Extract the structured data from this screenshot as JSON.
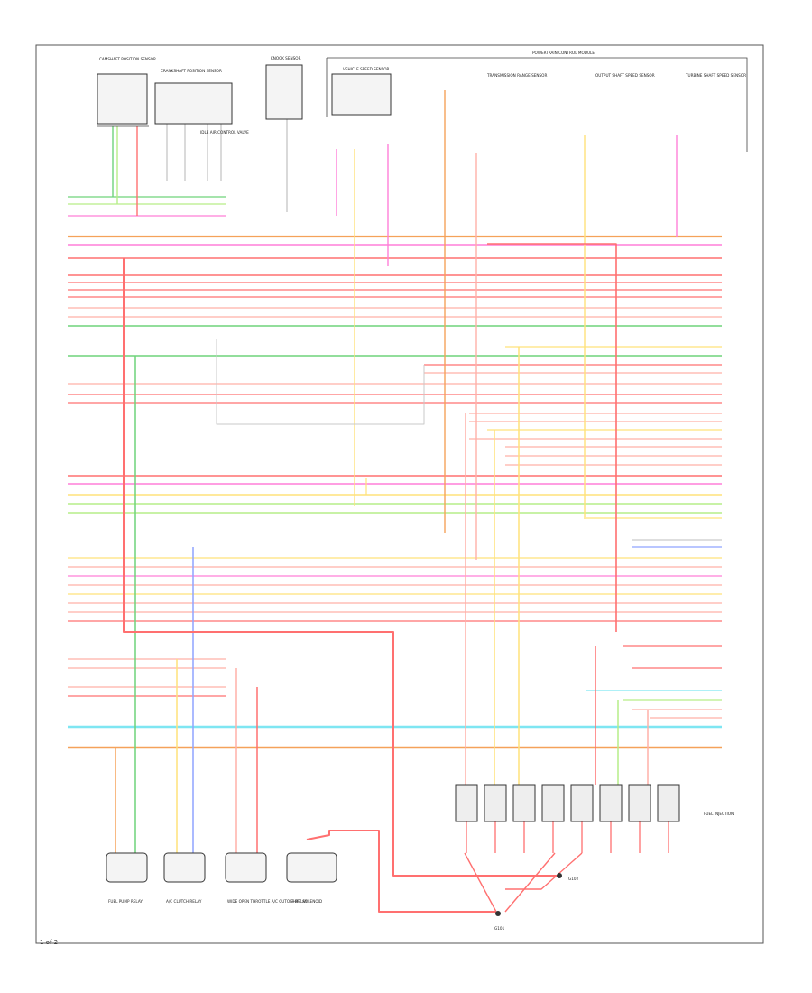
{
  "page_number": "1 of 2",
  "colors": {
    "orange": "#f5a25a",
    "pink": "#ff7fd8",
    "red": "#ff7070",
    "salmon": "#ffb0a8",
    "green": "#6fd37a",
    "light_green": "#b6ee88",
    "yellow": "#ffe27a",
    "blue": "#8fa4ff",
    "cyan": "#7ee6f2",
    "gray": "#c9c9c9"
  },
  "top_components": [
    "CAMSHAFT POSITION SENSOR",
    "CRANKSHAFT POSITION SENSOR",
    "IDLE AIR CONTROL VALVE",
    "KNOCK SENSOR",
    "POWERTRAIN CONTROL MODULE",
    "VEHICLE SPEED SENSOR",
    "TRANSMISSION RANGE SENSOR",
    "OUTPUT SHAFT SPEED SENSOR",
    "TURBINE SHAFT SPEED SENSOR"
  ],
  "bottom_components": [
    "FUEL PUMP RELAY",
    "A/C CLUTCH RELAY",
    "WIDE OPEN THROTTLE A/C CUTOFF RELAY",
    "SHIFT SOLENOID"
  ],
  "relay_module_label": "FUEL INJECTION",
  "ground_labels": [
    "G101",
    "G102"
  ]
}
